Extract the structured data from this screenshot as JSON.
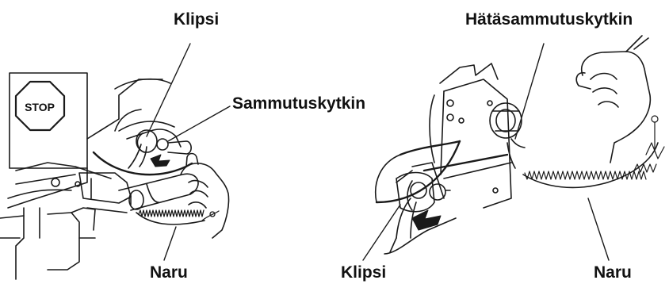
{
  "labels": {
    "left_clip": "Klipsi",
    "left_switch": "Sammutuskytkin",
    "left_cord": "Naru",
    "right_switch": "Hätäsammutuskytkin",
    "right_clip": "Klipsi",
    "right_cord": "Naru",
    "stop_sign": "STOP"
  }
}
